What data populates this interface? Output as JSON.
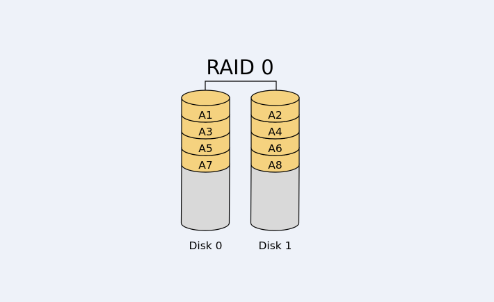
{
  "title": "RAID 0",
  "disks": [
    {
      "label": "Disk 0",
      "blocks": [
        "A1",
        "A3",
        "A5",
        "A7"
      ]
    },
    {
      "label": "Disk 1",
      "blocks": [
        "A2",
        "A4",
        "A6",
        "A8"
      ]
    }
  ],
  "colors": {
    "background": "#eef2f9",
    "block_fill": "#f5d27f",
    "empty_fill": "#d9d9d9",
    "stroke": "#000000"
  }
}
